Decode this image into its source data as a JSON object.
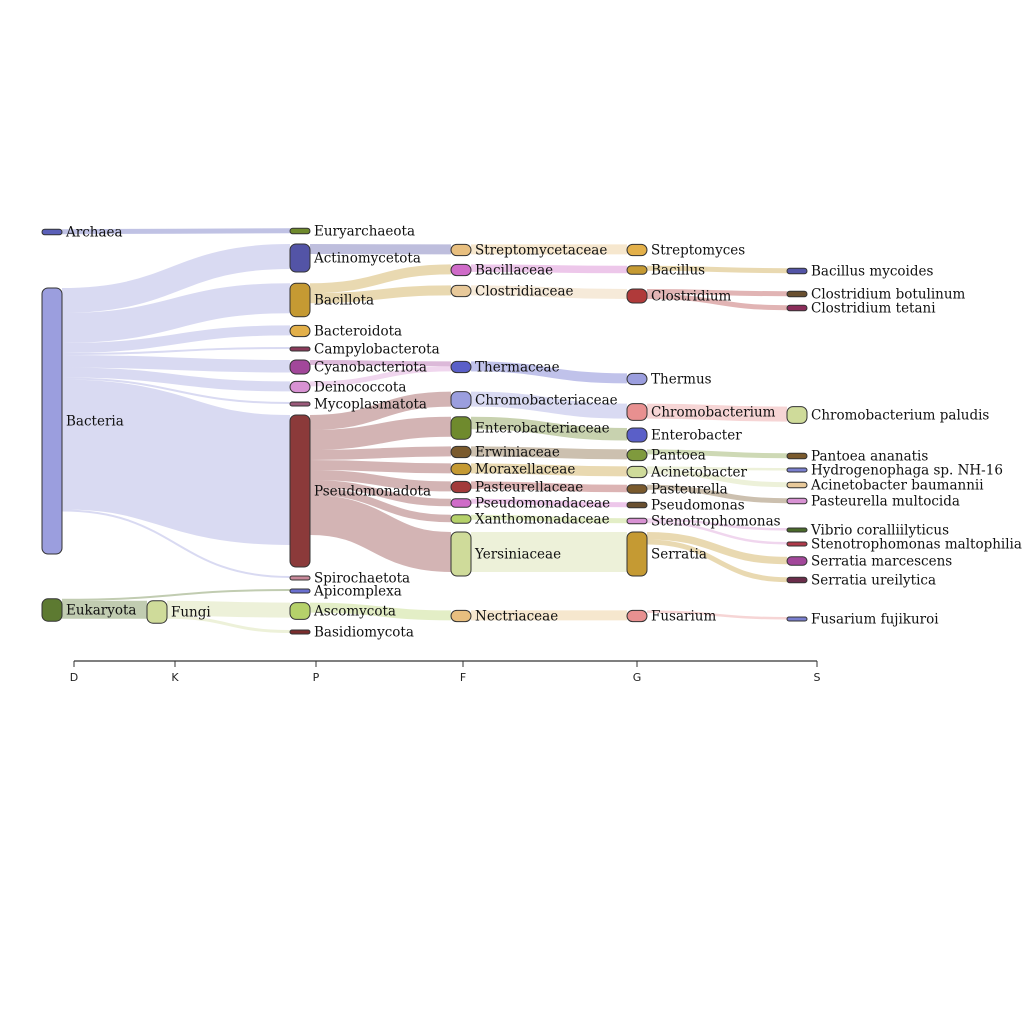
{
  "chart_data": {
    "type": "sankey",
    "axis": [
      "D",
      "K",
      "P",
      "F",
      "G",
      "S"
    ],
    "nodes": [
      {
        "id": "archaea",
        "label": "Archaea",
        "level": 0,
        "color": "#5a5fb8",
        "value": 1
      },
      {
        "id": "bacteria",
        "label": "Bacteria",
        "level": 0,
        "color": "#9b9ede",
        "value": 46
      },
      {
        "id": "eukaryota",
        "label": "Eukaryota",
        "level": 0,
        "color": "#5d7a31",
        "value": 4
      },
      {
        "id": "fungi",
        "label": "Fungi",
        "level": 1,
        "color": "#cfdb9a",
        "value": 4
      },
      {
        "id": "euryarchaeota",
        "label": "Euryarchaeota",
        "level": 2,
        "color": "#6f8a2d",
        "value": 1
      },
      {
        "id": "actinomycetota",
        "label": "Actinomycetota",
        "level": 2,
        "color": "#5354a6",
        "value": 5
      },
      {
        "id": "bacillota",
        "label": "Bacillota",
        "level": 2,
        "color": "#c59a33",
        "value": 6
      },
      {
        "id": "bacteroidota",
        "label": "Bacteroidota",
        "level": 2,
        "color": "#e3b04a",
        "value": 2
      },
      {
        "id": "campylobacterota",
        "label": "Campylobacterota",
        "level": 2,
        "color": "#8a3a5a",
        "value": 0.4
      },
      {
        "id": "cyanobacteriota",
        "label": "Cyanobacteriota",
        "level": 2,
        "color": "#a2479a",
        "value": 2.5
      },
      {
        "id": "deinococcota",
        "label": "Deinococcota",
        "level": 2,
        "color": "#d892d3",
        "value": 2
      },
      {
        "id": "mycoplasmatota",
        "label": "Mycoplasmatota",
        "level": 2,
        "color": "#9b5a7a",
        "value": 0.4
      },
      {
        "id": "pseudomonadota",
        "label": "Pseudomonadota",
        "level": 2,
        "color": "#8b3a3a",
        "value": 26
      },
      {
        "id": "spirochaetota",
        "label": "Spirochaetota",
        "level": 2,
        "color": "#c8899a",
        "value": 0.4
      },
      {
        "id": "apicomplexa",
        "label": "Apicomplexa",
        "level": 2,
        "color": "#6a6fcf",
        "value": 0.4
      },
      {
        "id": "ascomycota",
        "label": "Ascomycota",
        "level": 2,
        "color": "#b5d16a",
        "value": 3
      },
      {
        "id": "basidiomycota",
        "label": "Basidiomycota",
        "level": 2,
        "color": "#7a2d2d",
        "value": 0.6
      },
      {
        "id": "streptomycetaceae",
        "label": "Streptomycetaceae",
        "level": 3,
        "color": "#e8bf7f",
        "value": 2
      },
      {
        "id": "bacillaceae",
        "label": "Bacillaceae",
        "level": 3,
        "color": "#cf6bc8",
        "value": 2
      },
      {
        "id": "clostridiaceae",
        "label": "Clostridiaceae",
        "level": 3,
        "color": "#e8c99a",
        "value": 2
      },
      {
        "id": "thermaceae",
        "label": "Thermaceae",
        "level": 3,
        "color": "#5a5fc8",
        "value": 2
      },
      {
        "id": "chromobacteriaceae",
        "label": "Chromobacteriaceae",
        "level": 3,
        "color": "#9b9ede",
        "value": 3
      },
      {
        "id": "enterobacteriaceae",
        "label": "Enterobacteriaceae",
        "level": 3,
        "color": "#6f8a2d",
        "value": 4
      },
      {
        "id": "erwiniaceae",
        "label": "Erwiniaceae",
        "level": 3,
        "color": "#7a5a2d",
        "value": 2
      },
      {
        "id": "moraxellaceae",
        "label": "Moraxellaceae",
        "level": 3,
        "color": "#c59a33",
        "value": 2
      },
      {
        "id": "pasteurellaceae",
        "label": "Pasteurellaceae",
        "level": 3,
        "color": "#a23a3a",
        "value": 2
      },
      {
        "id": "pseudomonadaceae",
        "label": "Pseudomonadaceae",
        "level": 3,
        "color": "#cf6bc8",
        "value": 1.5
      },
      {
        "id": "xanthomonadaceae",
        "label": "Xanthomonadaceae",
        "level": 3,
        "color": "#b5d16a",
        "value": 1.5
      },
      {
        "id": "yersiniaceae",
        "label": "Yersiniaceae",
        "level": 3,
        "color": "#cfdb9a",
        "value": 8
      },
      {
        "id": "nectriaceae",
        "label": "Nectriaceae",
        "level": 3,
        "color": "#e8bf7f",
        "value": 2
      },
      {
        "id": "streptomyces",
        "label": "Streptomyces",
        "level": 4,
        "color": "#e3b04a",
        "value": 2
      },
      {
        "id": "bacillus",
        "label": "Bacillus",
        "level": 4,
        "color": "#c59a33",
        "value": 1.5
      },
      {
        "id": "clostridium",
        "label": "Clostridium",
        "level": 4,
        "color": "#b03a3a",
        "value": 2.5
      },
      {
        "id": "thermus",
        "label": "Thermus",
        "level": 4,
        "color": "#9b9ede",
        "value": 2
      },
      {
        "id": "chromobacterium",
        "label": "Chromobacterium",
        "level": 4,
        "color": "#e89090",
        "value": 3
      },
      {
        "id": "enterobacter",
        "label": "Enterobacter",
        "level": 4,
        "color": "#5a5fc8",
        "value": 2.5
      },
      {
        "id": "pantoea",
        "label": "Pantoea",
        "level": 4,
        "color": "#7f9a3d",
        "value": 2
      },
      {
        "id": "acinetobacter",
        "label": "Acinetobacter",
        "level": 4,
        "color": "#cfdb9a",
        "value": 2
      },
      {
        "id": "pasteurella",
        "label": "Pasteurella",
        "level": 4,
        "color": "#7a5a2d",
        "value": 1.5
      },
      {
        "id": "pseudomonas",
        "label": "Pseudomonas",
        "level": 4,
        "color": "#6a5030",
        "value": 1
      },
      {
        "id": "stenotrophomonas",
        "label": "Stenotrophomonas",
        "level": 4,
        "color": "#d892d3",
        "value": 1
      },
      {
        "id": "serratia",
        "label": "Serratia",
        "level": 4,
        "color": "#c59a33",
        "value": 8
      },
      {
        "id": "fusarium",
        "label": "Fusarium",
        "level": 4,
        "color": "#e89090",
        "value": 2
      },
      {
        "id": "bacillus-mycoides",
        "label": "Bacillus mycoides",
        "level": 5,
        "color": "#5354a6",
        "value": 1
      },
      {
        "id": "clostridium-botulinum",
        "label": "Clostridium botulinum",
        "level": 5,
        "color": "#6a5030",
        "value": 1
      },
      {
        "id": "clostridium-tetani",
        "label": "Clostridium tetani",
        "level": 5,
        "color": "#8b2d5a",
        "value": 1
      },
      {
        "id": "chromobacterium-paludis",
        "label": "Chromobacterium paludis",
        "level": 5,
        "color": "#cfdb9a",
        "value": 3
      },
      {
        "id": "pantoea-ananatis",
        "label": "Pantoea ananatis",
        "level": 5,
        "color": "#7a5a2d",
        "value": 1
      },
      {
        "id": "hydrogenophaga",
        "label": "Hydrogenophaga sp. NH-16",
        "level": 5,
        "color": "#7a7fcf",
        "value": 0.5
      },
      {
        "id": "acinetobacter-baumannii",
        "label": "Acinetobacter baumannii",
        "level": 5,
        "color": "#e8c99a",
        "value": 1
      },
      {
        "id": "pasteurella-multocida",
        "label": "Pasteurella multocida",
        "level": 5,
        "color": "#d892d3",
        "value": 1
      },
      {
        "id": "vibrio-coralliilyticus",
        "label": "Vibrio coralliilyticus",
        "level": 5,
        "color": "#4a6a2a",
        "value": 0.5
      },
      {
        "id": "stenotrophomonas-maltophilia",
        "label": "Stenotrophomonas maltophilia",
        "level": 5,
        "color": "#b03a4a",
        "value": 0.5
      },
      {
        "id": "serratia-marcescens",
        "label": "Serratia marcescens",
        "level": 5,
        "color": "#a2479a",
        "value": 1.5
      },
      {
        "id": "serratia-ureilytica",
        "label": "Serratia ureilytica",
        "level": 5,
        "color": "#6a2d4a",
        "value": 1
      },
      {
        "id": "fusarium-fujikuroi",
        "label": "Fusarium fujikuroi",
        "level": 5,
        "color": "#7a7fcf",
        "value": 0.5
      }
    ],
    "links": [
      {
        "source": "archaea",
        "target": "euryarchaeota",
        "value": 1
      },
      {
        "source": "bacteria",
        "target": "actinomycetota",
        "value": 5
      },
      {
        "source": "bacteria",
        "target": "bacillota",
        "value": 6
      },
      {
        "source": "bacteria",
        "target": "bacteroidota",
        "value": 2
      },
      {
        "source": "bacteria",
        "target": "campylobacterota",
        "value": 0.4
      },
      {
        "source": "bacteria",
        "target": "cyanobacteriota",
        "value": 2.5
      },
      {
        "source": "bacteria",
        "target": "deinococcota",
        "value": 2
      },
      {
        "source": "bacteria",
        "target": "mycoplasmatota",
        "value": 0.4
      },
      {
        "source": "bacteria",
        "target": "pseudomonadota",
        "value": 26
      },
      {
        "source": "bacteria",
        "target": "spirochaetota",
        "value": 0.4
      },
      {
        "source": "eukaryota",
        "target": "apicomplexa",
        "value": 0.4
      },
      {
        "source": "eukaryota",
        "target": "fungi",
        "value": 3.6
      },
      {
        "source": "fungi",
        "target": "ascomycota",
        "value": 3
      },
      {
        "source": "fungi",
        "target": "basidiomycota",
        "value": 0.6
      },
      {
        "source": "actinomycetota",
        "target": "streptomycetaceae",
        "value": 2
      },
      {
        "source": "bacillota",
        "target": "bacillaceae",
        "value": 2
      },
      {
        "source": "bacillota",
        "target": "clostridiaceae",
        "value": 2
      },
      {
        "source": "cyanobacteriota",
        "target": "thermaceae",
        "value": 1
      },
      {
        "source": "deinococcota",
        "target": "thermaceae",
        "value": 1
      },
      {
        "source": "pseudomonadota",
        "target": "chromobacteriaceae",
        "value": 3
      },
      {
        "source": "pseudomonadota",
        "target": "enterobacteriaceae",
        "value": 4
      },
      {
        "source": "pseudomonadota",
        "target": "erwiniaceae",
        "value": 2
      },
      {
        "source": "pseudomonadota",
        "target": "moraxellaceae",
        "value": 2
      },
      {
        "source": "pseudomonadota",
        "target": "pasteurellaceae",
        "value": 2
      },
      {
        "source": "pseudomonadota",
        "target": "pseudomonadaceae",
        "value": 1.5
      },
      {
        "source": "pseudomonadota",
        "target": "xanthomonadaceae",
        "value": 1.5
      },
      {
        "source": "pseudomonadota",
        "target": "yersiniaceae",
        "value": 8
      },
      {
        "source": "ascomycota",
        "target": "nectriaceae",
        "value": 2
      },
      {
        "source": "streptomycetaceae",
        "target": "streptomyces",
        "value": 2
      },
      {
        "source": "bacillaceae",
        "target": "bacillus",
        "value": 1.5
      },
      {
        "source": "clostridiaceae",
        "target": "clostridium",
        "value": 2
      },
      {
        "source": "thermaceae",
        "target": "thermus",
        "value": 2
      },
      {
        "source": "chromobacteriaceae",
        "target": "chromobacterium",
        "value": 3
      },
      {
        "source": "enterobacteriaceae",
        "target": "enterobacter",
        "value": 2.5
      },
      {
        "source": "erwiniaceae",
        "target": "pantoea",
        "value": 2
      },
      {
        "source": "moraxellaceae",
        "target": "acinetobacter",
        "value": 2
      },
      {
        "source": "pasteurellaceae",
        "target": "pasteurella",
        "value": 1.5
      },
      {
        "source": "pseudomonadaceae",
        "target": "pseudomonas",
        "value": 1
      },
      {
        "source": "xanthomonadaceae",
        "target": "stenotrophomonas",
        "value": 1
      },
      {
        "source": "yersiniaceae",
        "target": "serratia",
        "value": 8
      },
      {
        "source": "nectriaceae",
        "target": "fusarium",
        "value": 2
      },
      {
        "source": "bacillus",
        "target": "bacillus-mycoides",
        "value": 1
      },
      {
        "source": "clostridium",
        "target": "clostridium-botulinum",
        "value": 1
      },
      {
        "source": "clostridium",
        "target": "clostridium-tetani",
        "value": 1
      },
      {
        "source": "chromobacterium",
        "target": "chromobacterium-paludis",
        "value": 3
      },
      {
        "source": "pantoea",
        "target": "pantoea-ananatis",
        "value": 1
      },
      {
        "source": "acinetobacter",
        "target": "hydrogenophaga",
        "value": 0.5
      },
      {
        "source": "acinetobacter",
        "target": "acinetobacter-baumannii",
        "value": 1
      },
      {
        "source": "pasteurella",
        "target": "pasteurella-multocida",
        "value": 1
      },
      {
        "source": "stenotrophomonas",
        "target": "vibrio-coralliilyticus",
        "value": 0.5
      },
      {
        "source": "stenotrophomonas",
        "target": "stenotrophomonas-maltophilia",
        "value": 0.5
      },
      {
        "source": "serratia",
        "target": "serratia-marcescens",
        "value": 1.5
      },
      {
        "source": "serratia",
        "target": "serratia-ureilytica",
        "value": 1
      },
      {
        "source": "fusarium",
        "target": "fusarium-fujikuroi",
        "value": 0.5
      }
    ]
  }
}
